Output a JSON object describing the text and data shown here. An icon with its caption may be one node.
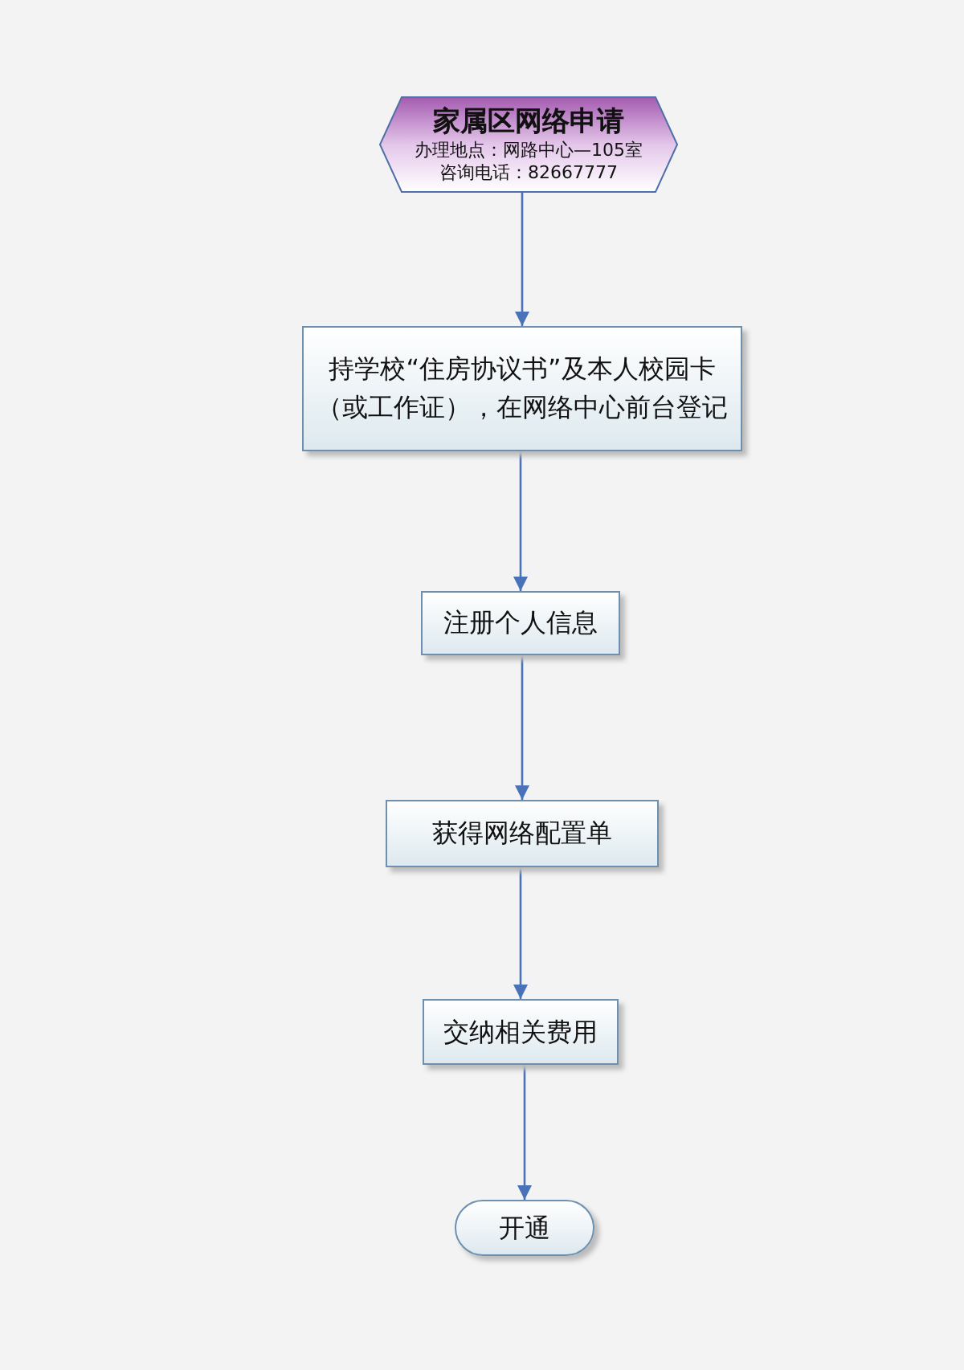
{
  "diagram": {
    "nodes": [
      {
        "text": [
          "家属区网络申请",
          "办理地点：网路中心—105室",
          "咨询电话：82667777"
        ]
      },
      {
        "text": [
          "持学校“住房协议书”及本人校园卡（或工作证），在网络中心前台登记"
        ]
      },
      {
        "text": [
          "注册个人信息"
        ]
      },
      {
        "text": [
          "获得网络配置单"
        ]
      },
      {
        "text": [
          "交纳相关费用"
        ]
      },
      {
        "text": [
          "开通"
        ]
      }
    ],
    "edges": [
      {
        "from": 0,
        "to": 1,
        "arrow": "to"
      },
      {
        "from": 1,
        "to": 2,
        "arrow": "to"
      },
      {
        "from": 2,
        "to": 3,
        "arrow": "to"
      },
      {
        "from": 3,
        "to": 4,
        "arrow": "to"
      },
      {
        "from": 4,
        "to": 5,
        "arrow": "to"
      }
    ]
  }
}
